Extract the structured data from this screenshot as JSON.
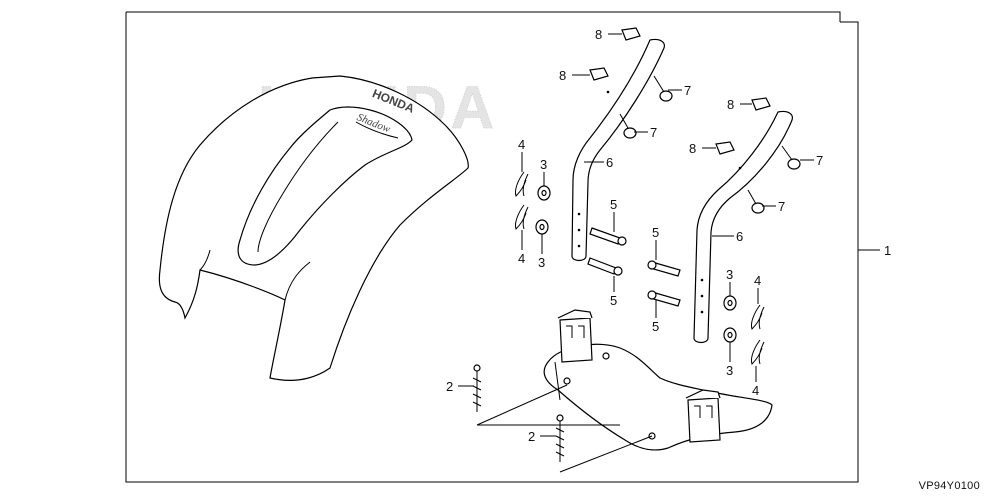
{
  "diagram": {
    "type": "exploded-parts-diagram",
    "brand_watermark": "HONDA",
    "cover_badge_top": "HONDA",
    "cover_badge_bottom": "Shadow",
    "code": "VP94Y0100",
    "labels": {
      "assembly": "1",
      "screw_a": "2",
      "screw_b": "2",
      "washer_tl": "3",
      "washer_ml": "3",
      "washer_r1": "3",
      "washer_r2": "3",
      "clip_tl": "4",
      "clip_ml": "4",
      "clip_r1": "4",
      "clip_r2": "4",
      "pin_l1": "5",
      "pin_l2": "5",
      "pin_r1": "5",
      "pin_r2": "5",
      "stay_left": "6",
      "stay_right": "6",
      "bolt_l1": "7",
      "bolt_l2": "7",
      "bolt_r1": "7",
      "bolt_r2": "7",
      "nut_l1": "8",
      "nut_l2": "8",
      "nut_r1": "8",
      "nut_r2": "8"
    }
  }
}
